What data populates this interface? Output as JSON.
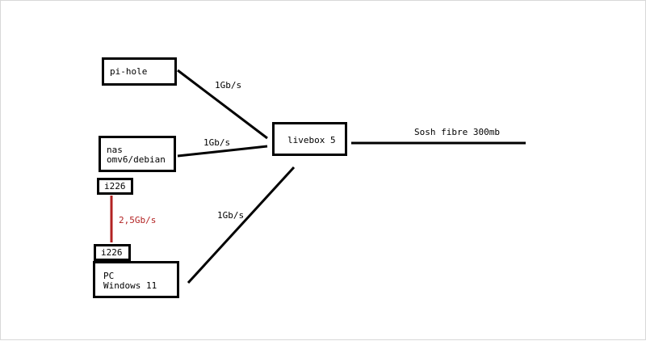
{
  "nodes": {
    "pihole": {
      "lines": [
        "pi-hole"
      ]
    },
    "nas": {
      "lines": [
        "nas",
        "omv6/debian"
      ]
    },
    "nas_nic": {
      "lines": [
        "i226"
      ]
    },
    "pc_nic": {
      "lines": [
        "i226"
      ]
    },
    "pc": {
      "lines": [
        "PC",
        "Windows 11"
      ]
    },
    "livebox": {
      "lines": [
        "livebox 5"
      ]
    }
  },
  "links": {
    "pihole_livebox": {
      "speed": "1Gb/s"
    },
    "nas_livebox": {
      "speed": "1Gb/s"
    },
    "pc_livebox": {
      "speed": "1Gb/s"
    },
    "nas_pc_direct": {
      "speed": "2,5Gb/s",
      "color": "#b22222"
    },
    "wan": {
      "label": "Sosh fibre 300mb"
    }
  },
  "colors": {
    "stroke": "#000000",
    "direct_link": "#b22222",
    "background": "#ffffff"
  }
}
